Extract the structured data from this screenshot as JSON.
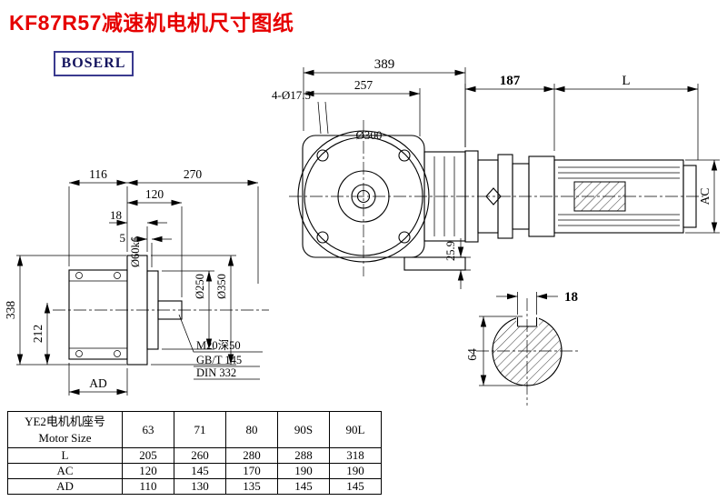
{
  "page": {
    "title": "KF87R57减速机电机尺寸图纸",
    "logo": "BOSERL"
  },
  "front_view": {
    "total_width": "389",
    "flange_width": "257",
    "bolt_holes": "4-Ø17.5",
    "flange_dia": "Ø300",
    "foot_offset": "25.9"
  },
  "motor_view": {
    "adapter_length": "187",
    "length_label": "L",
    "frame_dia_label": "AC"
  },
  "output_view": {
    "body_width": "116",
    "mount_span": "270",
    "shaft_length": "120",
    "flange_thickness": "18",
    "step": "5",
    "shaft_dia": "Ø60k6",
    "total_height": "338",
    "center_height": "212",
    "foot_label": "AD",
    "spigot_dia": "Ø250",
    "flange_od": "Ø350",
    "tap_note1": "M20深50",
    "tap_note2": "GB/T 145",
    "tap_note3": "DIN 332"
  },
  "shaft_section": {
    "key_width": "18",
    "shaft_dia": "64"
  },
  "size_table": {
    "header_line1": "YE2电机机座号",
    "header_line2": "Motor Size",
    "sizes": [
      "63",
      "71",
      "80",
      "90S",
      "90L"
    ],
    "rows": [
      {
        "label": "L",
        "values": [
          "205",
          "260",
          "280",
          "288",
          "318"
        ]
      },
      {
        "label": "AC",
        "values": [
          "120",
          "145",
          "170",
          "190",
          "190"
        ]
      },
      {
        "label": "AD",
        "values": [
          "110",
          "130",
          "135",
          "145",
          "145"
        ]
      }
    ]
  }
}
